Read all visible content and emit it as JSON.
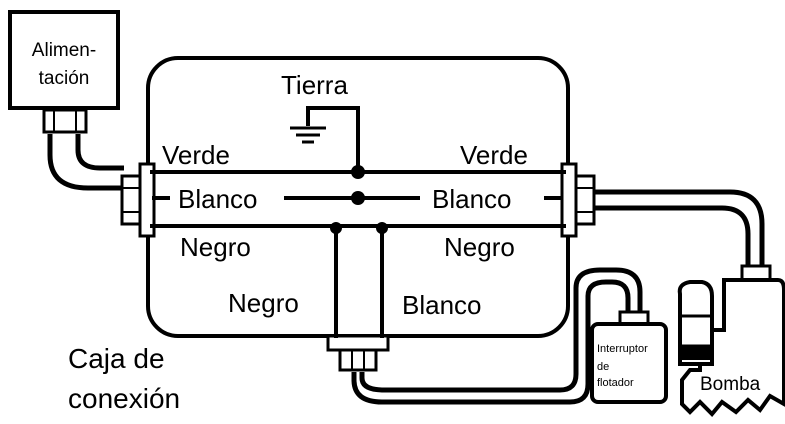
{
  "labels": {
    "power_line1": "Alimen-",
    "power_line2": "tación",
    "ground": "Tierra",
    "green_left": "Verde",
    "green_right": "Verde",
    "white_left": "Blanco",
    "white_right": "Blanco",
    "black_left": "Negro",
    "black_right": "Negro",
    "black_bottom": "Negro",
    "white_bottom": "Blanco",
    "junction_box_line1": "Caja de",
    "junction_box_line2": "conexión",
    "float_switch_line1": "Interruptor",
    "float_switch_line2": "de",
    "float_switch_line3": "flotador",
    "pump": "Bomba"
  },
  "colors": {
    "stroke": "#000000",
    "background": "#ffffff"
  }
}
